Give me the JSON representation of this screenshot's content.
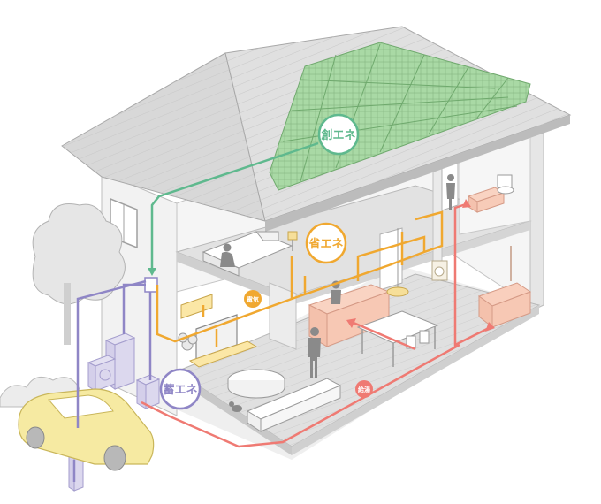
{
  "labels": {
    "generation": "創エネ",
    "saving": "省エネ",
    "storage": "蓄エネ",
    "electricity": "電気",
    "hot_water": "給湯"
  },
  "colors": {
    "generation": "#5fb98e",
    "saving": "#f0a830",
    "storage": "#8f86c6",
    "hot_water": "#ef7a73",
    "roof": "#dcdcdc",
    "solar_panel": "#a9d9a5",
    "wall": "#f3f3f3",
    "floor": "#d9d9d9"
  },
  "icons": [
    "solar-panel-icon",
    "car-icon",
    "tree-icon",
    "person-icon",
    "cat-icon",
    "tv-icon",
    "sofa-icon",
    "bathtub-icon",
    "toilet-icon",
    "washing-machine-icon",
    "storage-battery-icon",
    "water-heater-icon"
  ]
}
